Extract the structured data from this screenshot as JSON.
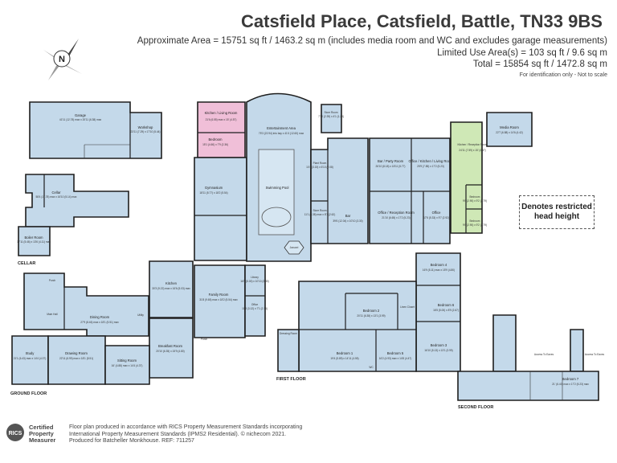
{
  "header": {
    "title": "Catsfield Place, Catsfield, Battle, TN33 9BS",
    "approx_area": "Approximate Area = 15751 sq ft / 1463.2 sq m (includes media room and WC and excludes garage measurements)",
    "limited_use": "Limited Use Area(s) = 103 sq ft / 9.6 sq m",
    "total": "Total = 15854 sq ft / 1472.8 sq m",
    "identification": "For identification only - Not to scale"
  },
  "compass": {
    "letter": "N",
    "icon": "compass-icon"
  },
  "legend": {
    "restricted_line1": "Denotes restricted",
    "restricted_line2": "head height"
  },
  "floors": {
    "cellar": "CELLAR",
    "ground": "GROUND FLOOR",
    "first": "FIRST FLOOR",
    "second": "SECOND FLOOR"
  },
  "rooms": {
    "garage": {
      "name": "Garage",
      "dims": "41'11 (12.78) max x 20'11 (6.38) max"
    },
    "workshop": {
      "name": "Workshop",
      "dims": "23'11 (7.29) x 17'10 (5.44)"
    },
    "cellar": {
      "name": "Cellar",
      "dims": "58'4 (17.78) max x 16'10 (5.14) max"
    },
    "boiler": {
      "name": "Boiler Room",
      "dims": "17'11 (5.46) x 13'6 (4.11) max"
    },
    "kitchen_living": {
      "name": "Kitchen / Living Room",
      "dims": "21'6 (6.55) max x 15' (4.57)"
    },
    "bedroom_annex": {
      "name": "Bedroom",
      "dims": "15'1 (4.60) x 7'9 (2.36)"
    },
    "entertainment": {
      "name": "Entertainment Area",
      "dims": "75'3 (22.94) into bay x 41'4 (12.60) max"
    },
    "store_room": {
      "name": "Store Room",
      "dims": "7'10 (2.39) x 4'1 (1.24)"
    },
    "swimming_pool": {
      "name": "Swimming Pool"
    },
    "jacuzzi": {
      "name": "Jacuzzi"
    },
    "gymnasium": {
      "name": "Gymnasium",
      "dims": "18'11 (5.77) x 18'2 (5.54)"
    },
    "plant_room": {
      "name": "Plant Room",
      "dims": "10'4 (3.15) x 6'10 (2.08)"
    },
    "bar": {
      "name": "Bar",
      "dims": "39'6 (12.04) x 10'10 (3.30)"
    },
    "store_room2": {
      "name": "Store Room",
      "dims": "11'1 (3.38) max x 8'7 (2.62)"
    },
    "bar_party": {
      "name": "Bar / Party Room",
      "dims": "26'10 (8.18) x 18'11 (5.77)"
    },
    "office_kitchen": {
      "name": "Office / Kitchen / Living Room",
      "dims": "25'9 (7.85) x 17'2 (5.23)"
    },
    "office_reception": {
      "name": "Office / Reception Room",
      "dims": "21'10 (6.65) x 17'2 (5.23)"
    },
    "office": {
      "name": "Office",
      "dims": "17'6 (5.33) x 9'7 (2.92)"
    },
    "kitchen_reception": {
      "name": "Kitchen / Reception Room",
      "dims": "24'11 (7.59) x 15' (4.57)"
    },
    "bedroom_g1": {
      "name": "Bedroom",
      "dims": "9'6 (2.90) x 9'2 (2.79)"
    },
    "bedroom_g2": {
      "name": "Bedroom",
      "dims": "9'6 (2.90) x 9'2 (2.79)"
    },
    "media_room": {
      "name": "Media Room",
      "dims": "22'7 (6.88) x 14'6 (4.42)"
    },
    "kitchen": {
      "name": "Kitchen",
      "dims": "30'3 (9.22) max x 16'6 (5.03) max"
    },
    "family_room": {
      "name": "Family Room",
      "dims": "31'8 (9.65) max x 18'2 (5.54) max"
    },
    "library": {
      "name": "Library",
      "dims": "16'5 (5.00) x 10'10 (3.30)"
    },
    "office_small": {
      "name": "Office",
      "dims": "10'3 (3.12) x 7'1 (2.16)"
    },
    "main_hall": {
      "name": "Main Hall"
    },
    "dining_room": {
      "name": "Dining Room",
      "dims": "27'9 (8.46) max x 18'1 (5.51) max"
    },
    "porch": {
      "name": "Porch"
    },
    "porch2": {
      "name": "Porch"
    },
    "utility": {
      "name": "Utility"
    },
    "breakfast_room": {
      "name": "Breakfast Room",
      "dims": "20'10 (6.35) x 15'9 (4.80)"
    },
    "study": {
      "name": "Study",
      "dims": "21'1 (6.43) max x 14'4 (4.37)"
    },
    "drawing_room": {
      "name": "Drawing Room",
      "dims": "22'11 (6.99) max x 18'1 (5.51)"
    },
    "sitting_room": {
      "name": "Sitting Room",
      "dims": "16' (4.88) max x 14'4 (4.37)"
    },
    "dressing_room": {
      "name": "Dressing Room"
    },
    "bedroom_f1": {
      "name": "Bedroom 1",
      "dims": "19'4 (5.89) x 14'11 (4.55)"
    },
    "bedroom_f2": {
      "name": "Bedroom 2",
      "dims": "20'11 (6.38) x 13'1 (3.99)"
    },
    "bedroom_f3": {
      "name": "Bedroom 3",
      "dims": "16'10 (5.13) x 13'1 (3.99)"
    },
    "bedroom_f4": {
      "name": "Bedroom 4",
      "dims": "16'9 (5.11) max x 15'9 (4.80)"
    },
    "bedroom_f5": {
      "name": "Bedroom 5",
      "dims": "16'2 (4.93) max x 14'8 (4.47)"
    },
    "bedroom_f6": {
      "name": "Bedroom 6",
      "dims": "16'5 (5.00) x 8'9 (2.67)"
    },
    "linen_closet": {
      "name": "Linen Closet"
    },
    "wc": {
      "name": "WC"
    },
    "bedroom_s7": {
      "name": "Bedroom 7",
      "dims": "21' (6.40) max x 17'2 (5.23) max"
    },
    "eaves_left": {
      "name": "Access To Eaves"
    },
    "eaves_right": {
      "name": "Access To Eaves"
    }
  },
  "footer": {
    "rics_line1": "Certified",
    "rics_line2": "Property",
    "rics_line3": "Measurer",
    "rics_logo": "RICS",
    "line1": "Floor plan produced in accordance with RICS Property Measurement Standards incorporating",
    "line2": "International Property Measurement Standards (IPMS2 Residential). © nichecom 2021.",
    "line3": "Produced for Batcheller Monkhouse.  REF: 711257"
  }
}
